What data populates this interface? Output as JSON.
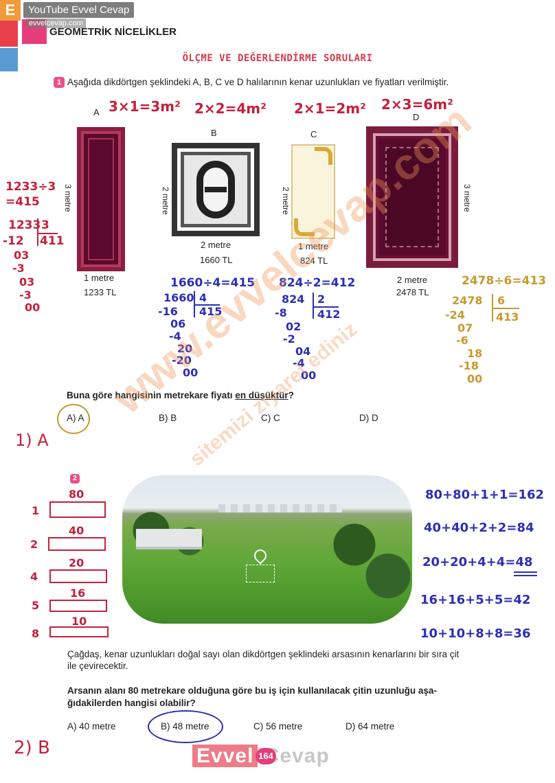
{
  "header": {
    "logo_letter": "E",
    "watermark_top": "YouTube Evvel Cevap",
    "watermark_site": "evvelcevap.com",
    "section_title": "GEOMETRİK NİCELİKLER",
    "page_heading": "ÖLÇME VE DEĞERLENDİRME SORULARI"
  },
  "q1": {
    "number": "1",
    "text": "Aşağıda dikdörtgen şeklindeki A, B, C ve D halılarının kenar uzunlukları ve fiyatları verilmiştir.",
    "rugs": [
      {
        "label": "A",
        "side": "3 metre",
        "bottom": "1 metre",
        "price": "1233 TL"
      },
      {
        "label": "B",
        "side": "2 metre",
        "bottom": "2 metre",
        "price": "1660 TL"
      },
      {
        "label": "C",
        "side": "2 metre",
        "bottom": "1 metre",
        "price": "824 TL"
      },
      {
        "label": "D",
        "side": "3 metre",
        "bottom": "2 metre",
        "price": "2478 TL"
      }
    ],
    "question": "Buna göre hangisinin metrekare fiyatı en düşüktür?",
    "question_pre": "Buna göre hangisinin metrekare fiyatı ",
    "question_em": "en düşüktür",
    "question_post": "?",
    "options": [
      "A) A",
      "B) B",
      "C) C",
      "D) D"
    ],
    "handwriting": {
      "area_a": "3×1=3m²",
      "area_b": "2×2=4m²",
      "area_c": "2×1=2m²",
      "area_d": "2×3=6m²",
      "a_div": "1233÷3",
      "a_res": "=415",
      "a_long": [
        "1233",
        "3",
        "-12",
        "411",
        "03",
        "-3",
        "03",
        "-3",
        "00"
      ],
      "b_div": "1660÷4=415",
      "b_long": [
        "1660",
        "4",
        "-16",
        "415",
        "06",
        "-4",
        "20",
        "-20",
        "00"
      ],
      "c_div": "824÷2=412",
      "c_long": [
        "824",
        "2",
        "-8",
        "412",
        "02",
        "-2",
        "04",
        "-4",
        "00"
      ],
      "d_div": "2478÷6=413",
      "d_long": [
        "2478",
        "6",
        "-24",
        "413",
        "07",
        "-6",
        "18",
        "-18",
        "00"
      ],
      "answer": "1) A"
    }
  },
  "q2": {
    "number": "2",
    "text": "Çağdaş, kenar uzunlukları doğal sayı olan dikdörtgen şeklindeki arsasının kenarlarını bir sıra çit ile çevirecektir.",
    "question": "Arsanın alanı 80 metrekare olduğuna göre bu iş için kullanılacak çitin uzunluğu aşağıdakilerden hangisi olabilir?",
    "question_line1": "Arsanın alanı 80 metrekare olduğuna göre bu iş için kullanılacak çitin uzunluğu aşa-",
    "question_line2": "ğıdakilerden hangisi olabilir?",
    "options": [
      "A) 40 metre",
      "B) 48 metre",
      "C) 56 metre",
      "D) 64 metre"
    ],
    "handwriting": {
      "rects": [
        {
          "top": "80",
          "left": "1"
        },
        {
          "top": "40",
          "left": "2"
        },
        {
          "top": "20",
          "left": "4"
        },
        {
          "top": "16",
          "left": "5"
        },
        {
          "top": "10",
          "left": "8"
        }
      ],
      "sums": [
        "80+80+1+1=162",
        "40+40+2+2=84",
        "20+20+4+4=48",
        "16+16+5+5=42",
        "10+10+8+8=36"
      ],
      "answer": "2) B"
    }
  },
  "footer": {
    "wm_left": "Evvel",
    "wm_right": "Cevap",
    "page_number": "164"
  },
  "watermarks": {
    "diagonal_big": "www.evvelcevap.com",
    "diagonal_small": "sitemizi ziyaret ediniz"
  }
}
